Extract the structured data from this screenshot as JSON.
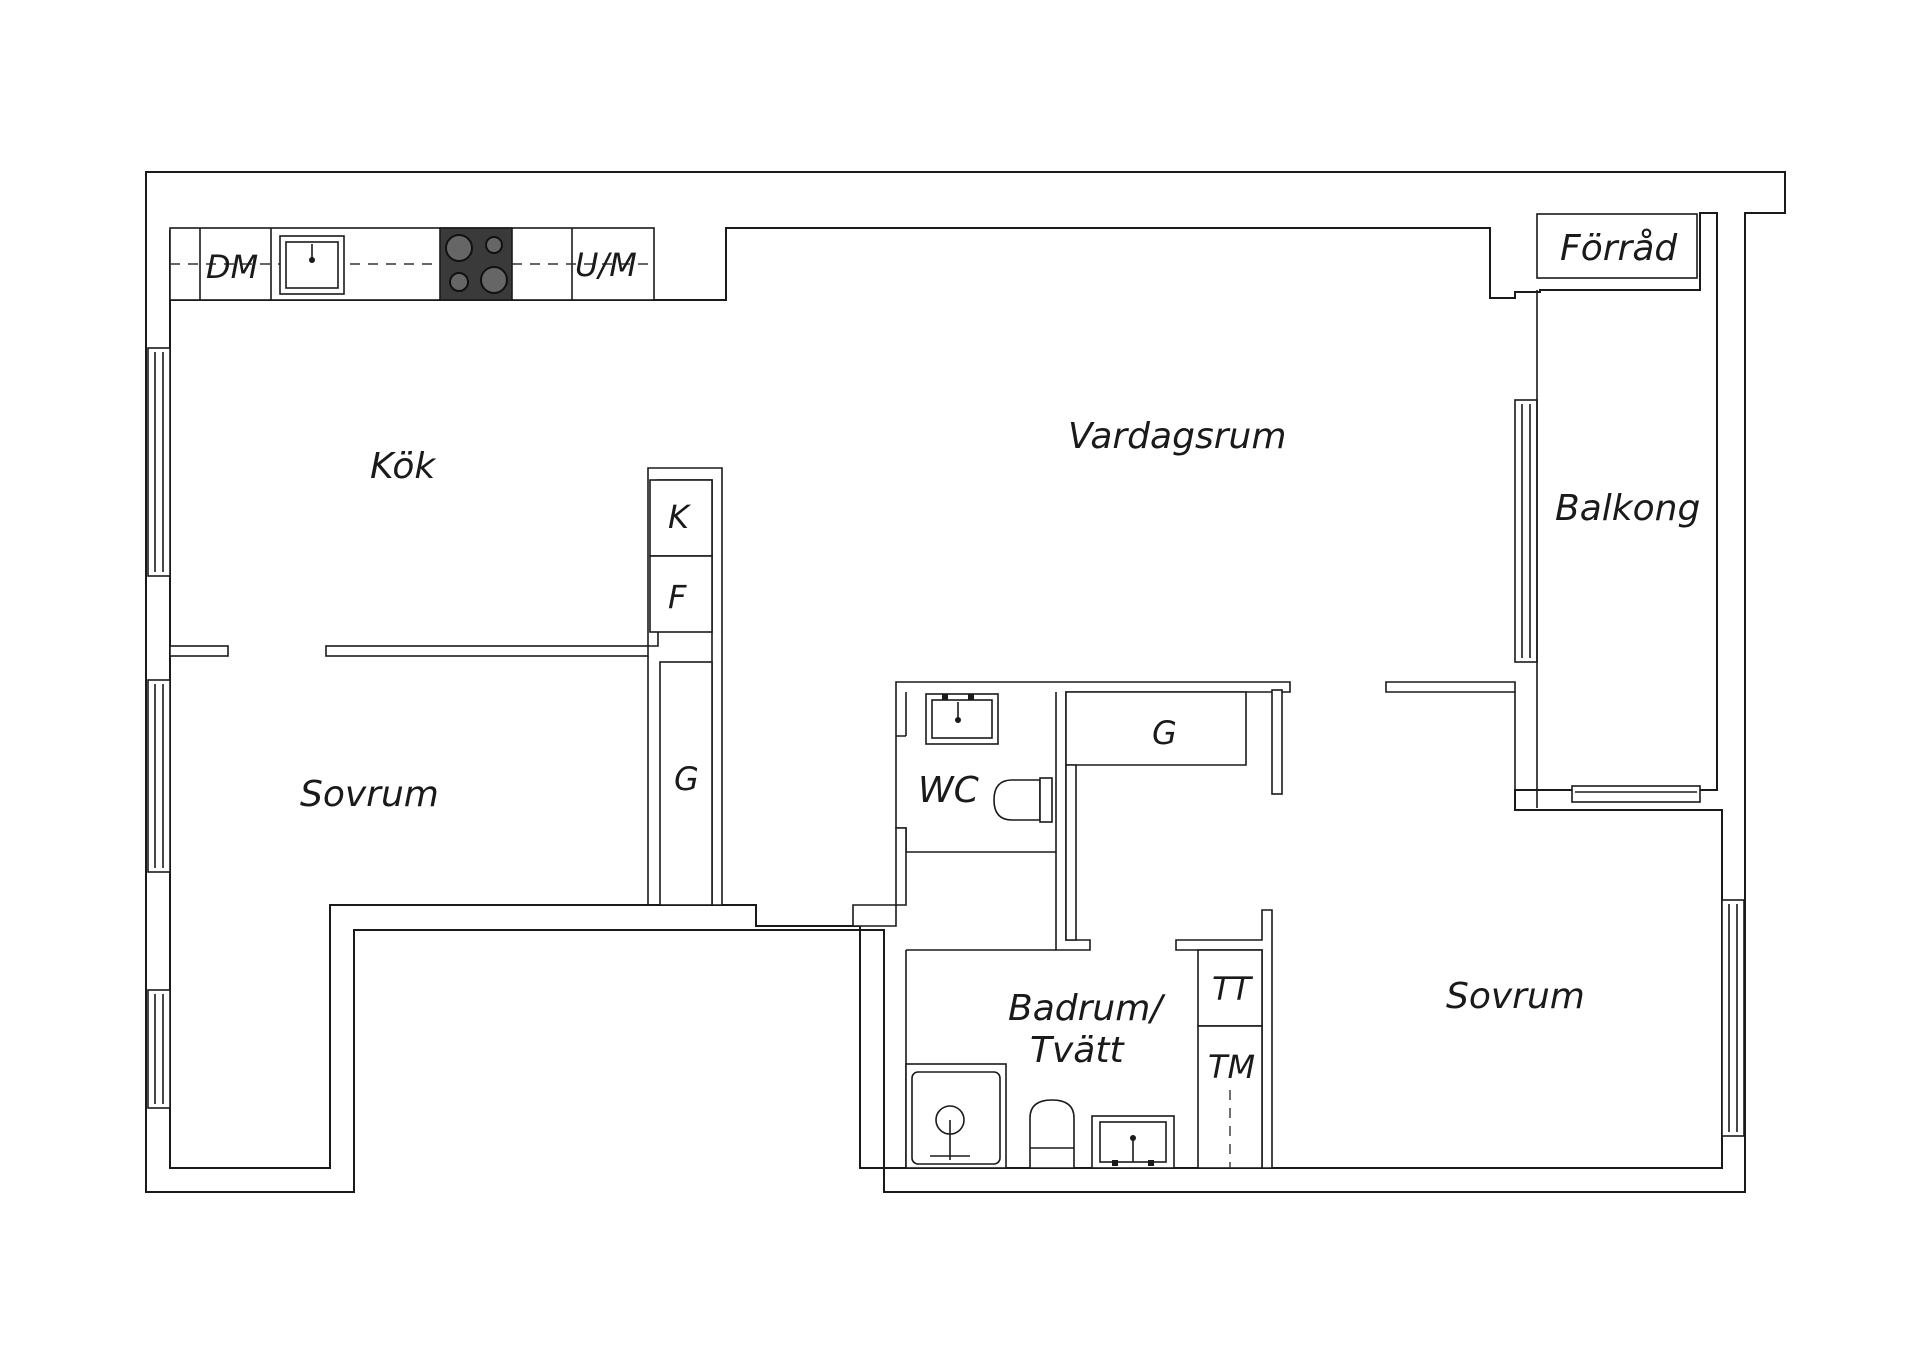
{
  "floor_plan": {
    "rooms": {
      "kitchen": "Kök",
      "living_room": "Vardagsrum",
      "balcony": "Balkong",
      "storage": "Förråd",
      "bedroom_left": "Sovrum",
      "bedroom_right": "Sovrum",
      "wc": "WC",
      "bathroom_line1": "Badrum/",
      "bathroom_line2": "Tvätt"
    },
    "appliances": {
      "dishwasher": "DM",
      "oven_microwave": "U/M",
      "fridge": "K",
      "freezer": "F",
      "dryer": "TT",
      "washer": "TM"
    },
    "closets": {
      "closet_left": "G",
      "closet_center": "G"
    },
    "colors": {
      "wall": "#1a1a1a",
      "background": "#ffffff",
      "stove": "#3a3a3a"
    }
  }
}
